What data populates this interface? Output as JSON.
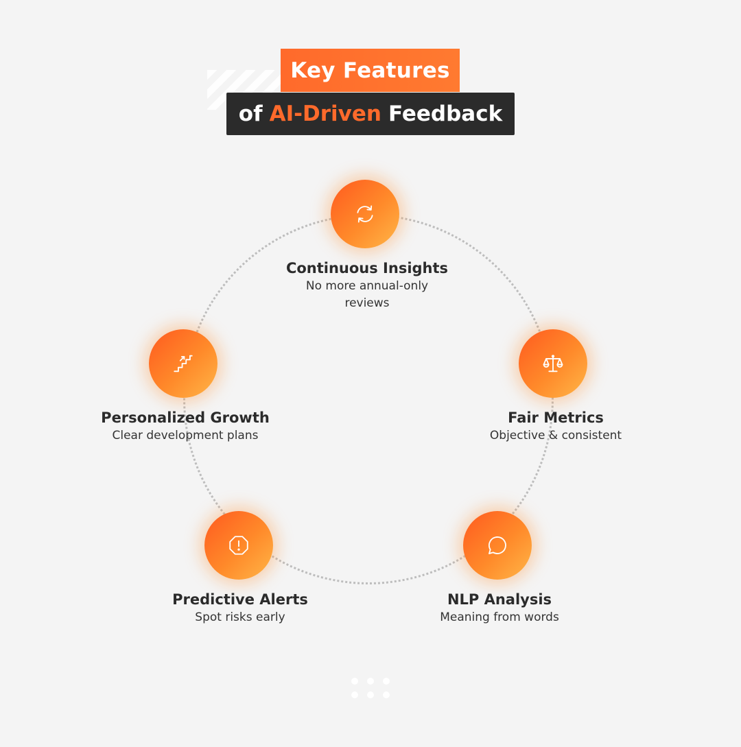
{
  "title": {
    "line1": "Key Features",
    "line2_prefix": "of",
    "line2_accent": "AI-Driven",
    "line2_suffix": "Feedback"
  },
  "colors": {
    "accent": "#ff6a2b",
    "dark": "#2b2b2b",
    "background": "#f4f4f4",
    "ring": "#bdbdbd"
  },
  "features": [
    {
      "icon": "refresh-cycle-icon",
      "title": "Continuous Insights",
      "description": "No more annual-only reviews"
    },
    {
      "icon": "scales-icon",
      "title": "Fair Metrics",
      "description": "Objective & consistent"
    },
    {
      "icon": "chat-bubble-icon",
      "title": "NLP Analysis",
      "description": "Meaning from words"
    },
    {
      "icon": "alert-octagon-icon",
      "title": "Predictive Alerts",
      "description": "Spot risks early"
    },
    {
      "icon": "stairs-growth-icon",
      "title": "Personalized Growth",
      "description": "Clear development plans"
    }
  ]
}
